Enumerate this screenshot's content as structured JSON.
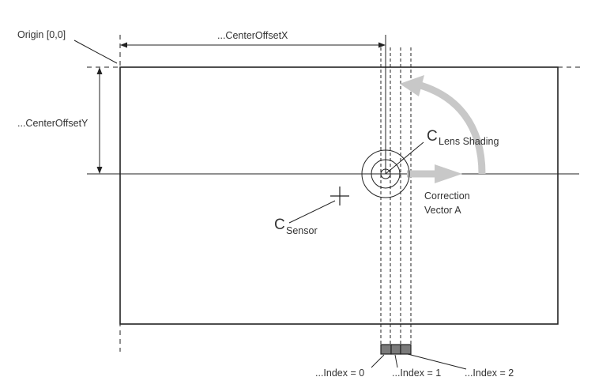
{
  "labels": {
    "origin": "Origin [0,0]",
    "center_offset_x": "...CenterOffsetX",
    "center_offset_y": "...CenterOffsetY",
    "c_letter": "C",
    "lens_shading": "Lens Shading",
    "sensor": "Sensor",
    "correction_line1": "Correction",
    "correction_line2": "Vector A",
    "index0": "...Index = 0",
    "index1": "...Index = 1",
    "index2": "...Index = 2"
  },
  "colors": {
    "line": "#222222",
    "arrow": "#c8c8c8",
    "index_block": "#7a7a7a",
    "text": "#333333"
  }
}
